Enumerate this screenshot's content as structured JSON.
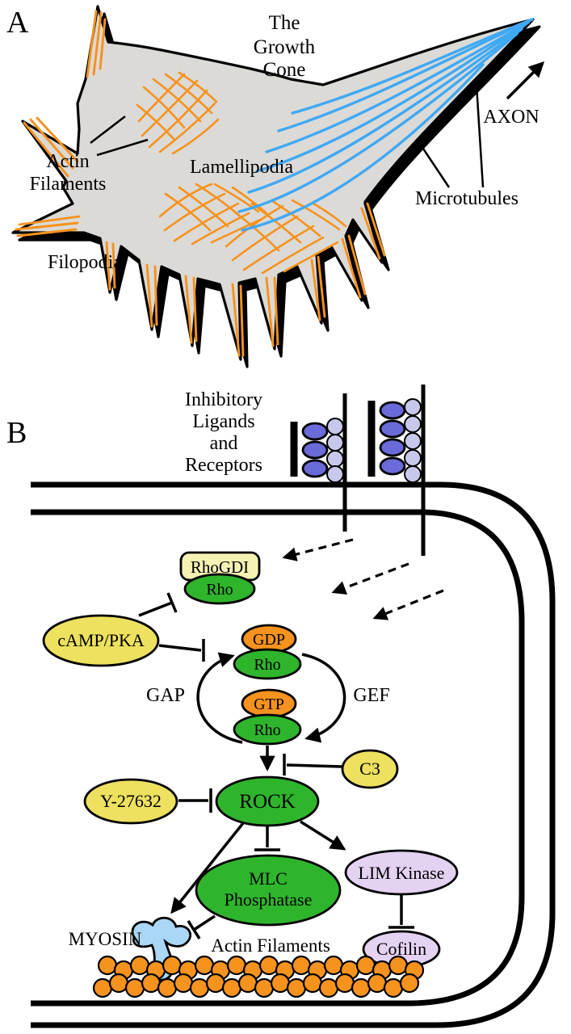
{
  "figure": {
    "panel_a": {
      "tag": "A",
      "title": [
        "The",
        "Growth",
        "Cone"
      ],
      "actin_filaments": [
        "Actin",
        "Filaments"
      ],
      "lamellipodia": "Lamellipodia",
      "filopodia": "Filopodia",
      "microtubules": "Microtubules",
      "axon": "AXON"
    },
    "panel_b": {
      "tag": "B",
      "receptor_caption": [
        "Inhibitory",
        "Ligands",
        "and",
        "Receptors"
      ],
      "rhogdi": "RhoGDI",
      "rho": "Rho",
      "gdp": "GDP",
      "gtp": "GTP",
      "camp_pka": "cAMP/PKA",
      "gap": "GAP",
      "gef": "GEF",
      "c3": "C3",
      "y27632": "Y-27632",
      "rock": "ROCK",
      "mlc_phosphatase": [
        "MLC",
        "Phosphatase"
      ],
      "lim_kinase": "LIM Kinase",
      "cofilin": "Cofilin",
      "myosin": "MYOSIN",
      "actin_filaments": "Actin Filaments"
    },
    "colors": {
      "actin_orange": "#F6921E",
      "microtubule_blue": "#3FA9F5",
      "enzyme_green": "#2FB52C",
      "nucleotide_orange": "#F6921E",
      "inhibitor_yellow": "#EDE15F",
      "rhogdi_cream": "#F5F2B4",
      "kinase_lavender": "#E4D2F2",
      "receptor_purple": "#6A6AD8",
      "receptor_light_purple": "#C8C8EC",
      "myosin_blue": "#A9D7F5",
      "growth_cone_gray": "#DCDAD6"
    }
  }
}
